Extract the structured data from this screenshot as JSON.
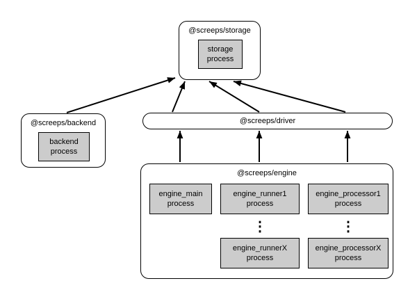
{
  "diagram": {
    "storage": {
      "title": "@screeps/storage",
      "process": "storage\nprocess"
    },
    "backend": {
      "title": "@screeps/backend",
      "process": "backend\nprocess"
    },
    "driver": {
      "title": "@screeps/driver"
    },
    "engine": {
      "title": "@screeps/engine",
      "main": "engine_main\nprocess",
      "runner1": "engine_runner1\nprocess",
      "runnerX": "engine_runnerX\nprocess",
      "processor1": "engine_processor1\nprocess",
      "processorX": "engine_processorX\nprocess",
      "dots": "⋮"
    },
    "colors": {
      "background": "#ffffff",
      "process_fill": "#cccccc",
      "line": "#000000"
    }
  }
}
